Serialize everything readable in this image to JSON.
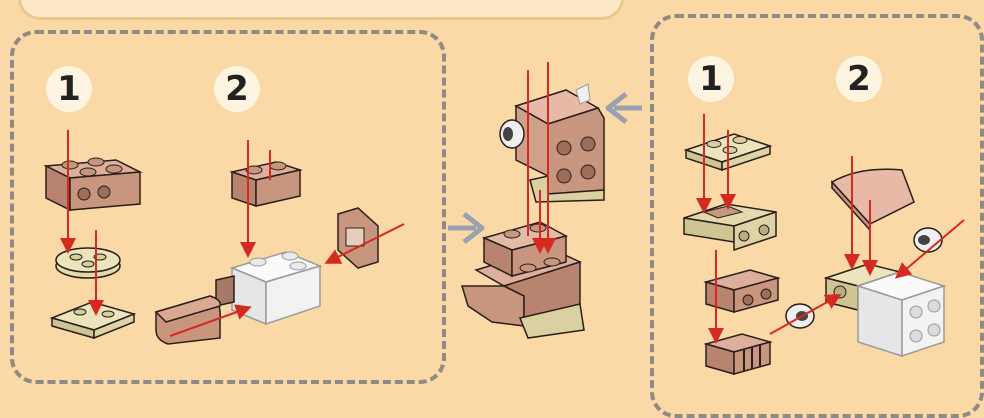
{
  "steps_left": [
    "1",
    "2"
  ],
  "steps_right": [
    "1",
    "2"
  ],
  "colors": {
    "background": "#fad9a6",
    "brick_tan_pink": "#d4a48e",
    "brick_light_tan": "#e4dcb0",
    "brick_white": "#f4f4f2",
    "arrow_red": "#d62a20",
    "flow_arrow_gray": "#9aa2b2",
    "dashed_border": "#8e8a86"
  }
}
